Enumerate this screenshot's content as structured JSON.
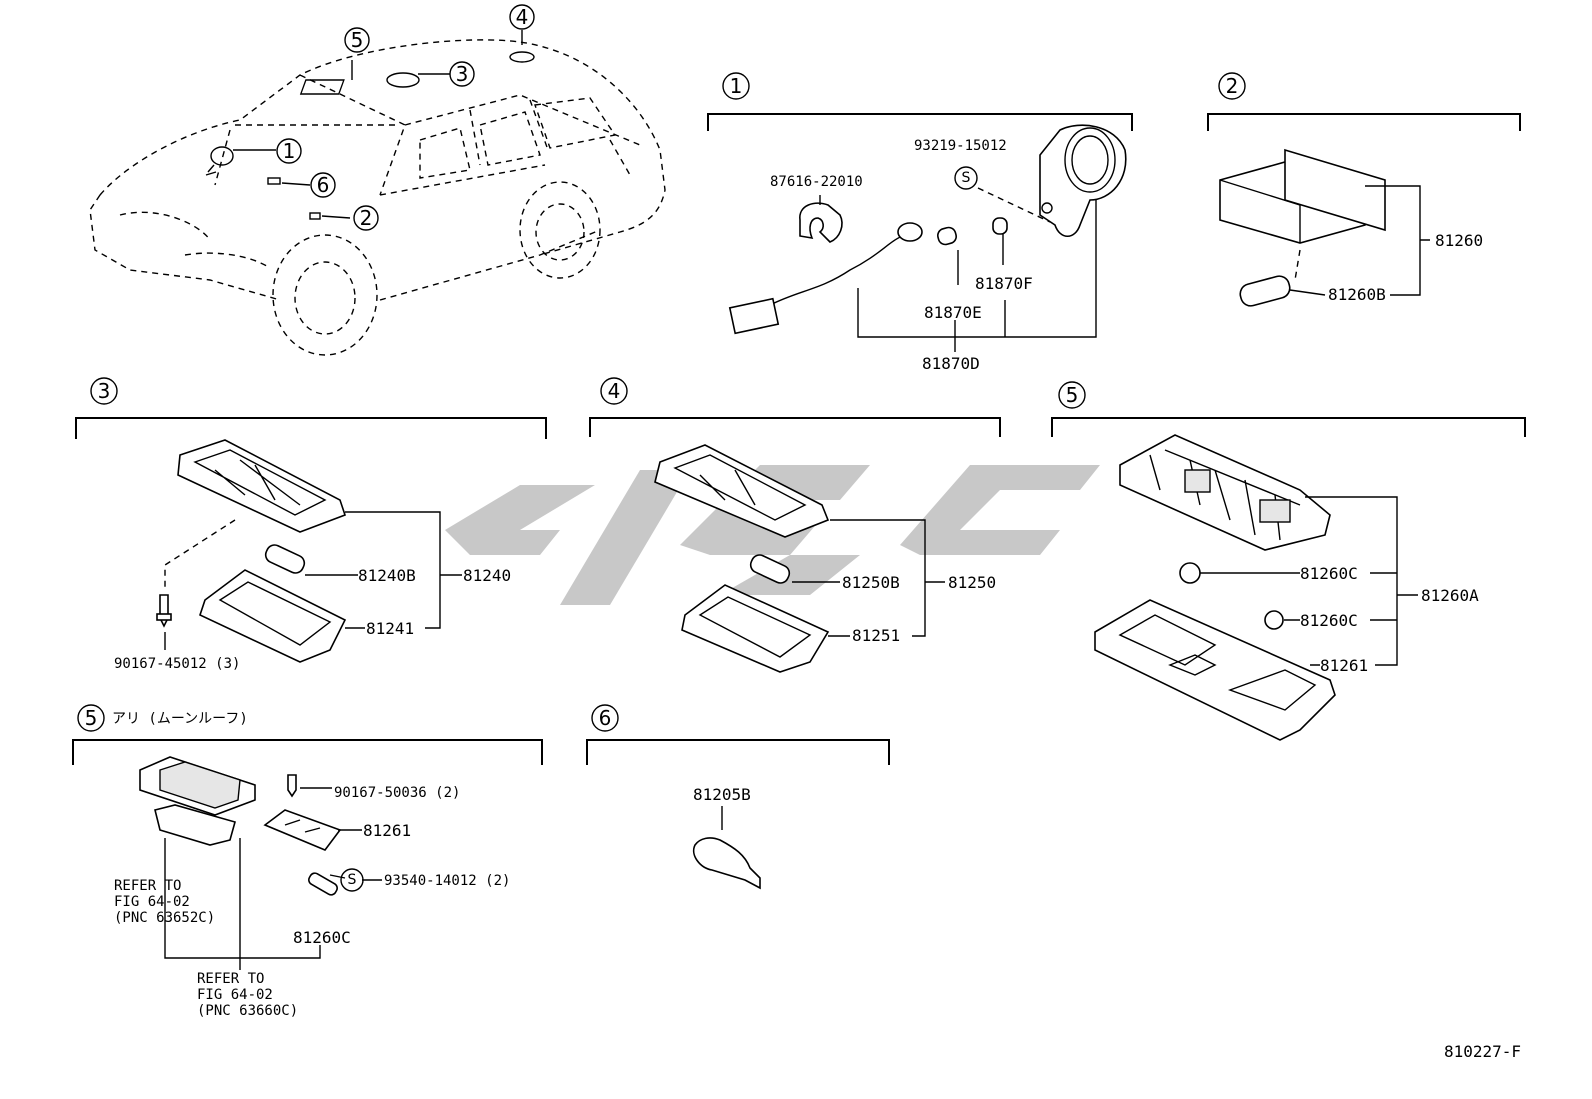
{
  "overview": {
    "callouts": [
      "1",
      "2",
      "3",
      "4",
      "5",
      "6"
    ]
  },
  "sections": {
    "s1": {
      "number": "1",
      "parts": {
        "p87616": "87616-22010",
        "p93219": "93219-15012",
        "s_mark": "S",
        "p81870F": "81870F",
        "p81870E": "81870E",
        "p81870D": "81870D"
      }
    },
    "s2": {
      "number": "2",
      "parts": {
        "p81260": "81260",
        "p81260B": "81260B"
      }
    },
    "s3": {
      "number": "3",
      "parts": {
        "p81240B": "81240B",
        "p81240": "81240",
        "p81241": "81241",
        "p90167": "90167-45012 (3)"
      }
    },
    "s4": {
      "number": "4",
      "parts": {
        "p81250B": "81250B",
        "p81250": "81250",
        "p81251": "81251"
      }
    },
    "s5": {
      "number": "5",
      "parts": {
        "p81260C_1": "81260C",
        "p81260C_2": "81260C",
        "p81260A": "81260A",
        "p81261": "81261"
      }
    },
    "s5b": {
      "number": "5",
      "title": "アリ (ムーンルーフ)",
      "parts": {
        "p90167": "90167-50036 (2)",
        "p81261": "81261",
        "s_mark": "S",
        "p93540": "93540-14012 (2)",
        "p81260C": "81260C",
        "refer1_l1": "REFER TO",
        "refer1_l2": "FIG 64-02",
        "refer1_l3": "(PNC 63652C)",
        "refer2_l1": "REFER TO",
        "refer2_l2": "FIG 64-02",
        "refer2_l3": "(PNC 63660C)"
      }
    },
    "s6": {
      "number": "6",
      "parts": {
        "p81205B": "81205B"
      }
    }
  },
  "footer": {
    "figure_code": "810227-F"
  }
}
